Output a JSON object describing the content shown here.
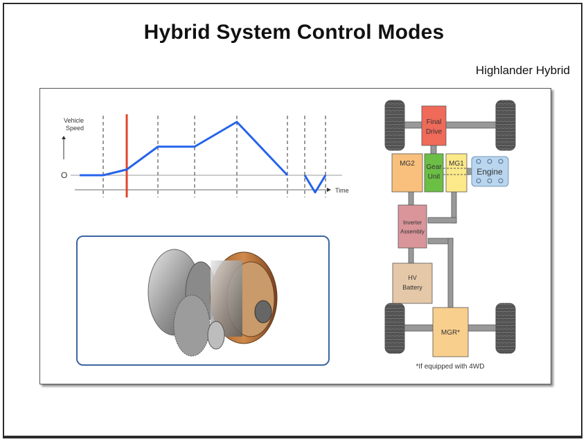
{
  "slide": {
    "title": "Hybrid System Control Modes",
    "subtitle": "Highlander Hybrid"
  },
  "speed_graph": {
    "y_label_line1": "Vehicle",
    "y_label_line2": "Speed",
    "zero_label": "O",
    "x_label": "Time",
    "line_color": "#2563eb",
    "marker_color": "#e0452a",
    "profile_points": [
      [
        0,
        0
      ],
      [
        1,
        0
      ],
      [
        2,
        0.15
      ],
      [
        3,
        0.75
      ],
      [
        4,
        0.75
      ],
      [
        5,
        1.4
      ],
      [
        6,
        0
      ],
      [
        6.4,
        0
      ],
      [
        6.8,
        -0.45
      ],
      [
        7.2,
        0
      ]
    ]
  },
  "photo": {
    "description": "transaxle-motor-assembly"
  },
  "diagram": {
    "components": {
      "final_drive": {
        "line1": "Final",
        "line2": "Drive",
        "color": "#f06a5a"
      },
      "mg2": {
        "label": "MG2",
        "color": "#f8c07c"
      },
      "gear_unit": {
        "line1": "Gear",
        "line2": "Unit",
        "color": "#6cbf45"
      },
      "mg1": {
        "label": "MG1",
        "color": "#fbe98a"
      },
      "engine": {
        "label": "Engine",
        "color": "#b9d6ee"
      },
      "inverter": {
        "line1": "Inverter",
        "line2": "Assembly",
        "color": "#d9959a"
      },
      "battery": {
        "line1": "HV",
        "line2": "Battery",
        "color": "#e5c8a8"
      },
      "mgr": {
        "label": "MGR*",
        "color": "#f9cf8e"
      }
    },
    "footnote": "*If equipped with 4WD"
  }
}
